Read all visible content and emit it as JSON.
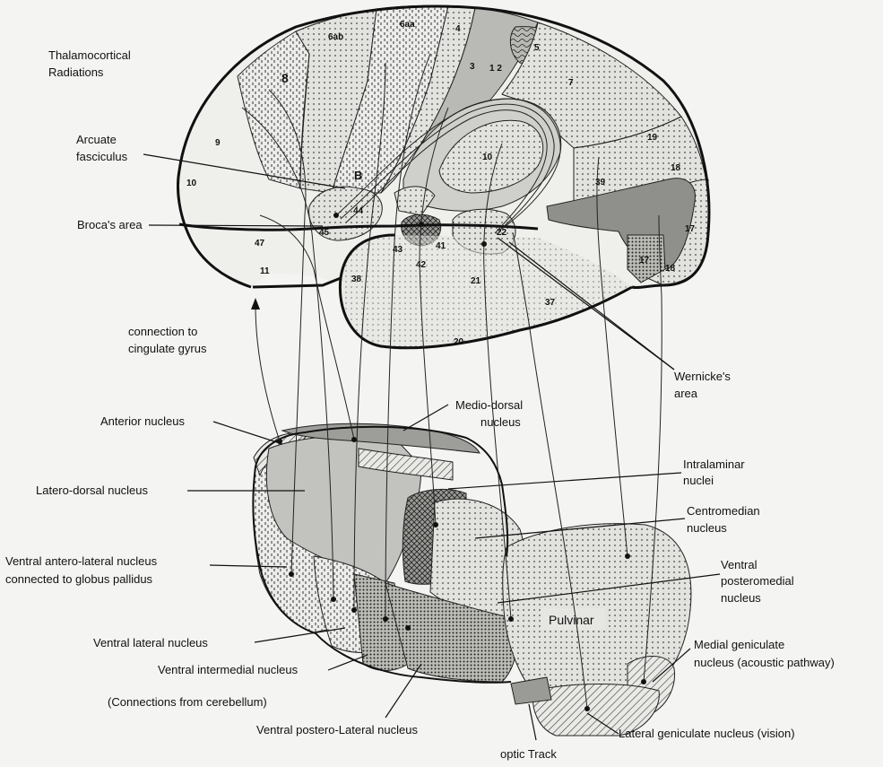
{
  "labels": {
    "thalamocortical": [
      "Thalamocortical",
      "Radiations"
    ],
    "arcuate": [
      "Arcuate",
      "fasciculus"
    ],
    "broca": "Broca's area",
    "cingulate": [
      "connection to",
      "cingulate gyrus"
    ],
    "wernicke": [
      "Wernicke's",
      "area"
    ],
    "anterior": "Anterior nucleus",
    "medio_dorsal": [
      "Medio-dorsal",
      "nucleus"
    ],
    "latero_dorsal": "Latero-dorsal nucleus",
    "intralaminar": [
      "Intralaminar",
      "nuclei"
    ],
    "centromedian": [
      "Centromedian",
      "nucleus"
    ],
    "ventral_antero_lateral": [
      "Ventral antero-lateral nucleus",
      "connected to globus pallidus"
    ],
    "ventral_posteromedial": [
      "Ventral",
      "posteromedial",
      "nucleus"
    ],
    "pulvinar": "Pulvinar",
    "ventral_lateral": "Ventral lateral nucleus",
    "ventral_intermedial": "Ventral intermedial nucleus",
    "cerebellum": "(Connections from cerebellum)",
    "medial_geniculate": [
      "Medial geniculate",
      "nucleus (acoustic pathway)"
    ],
    "ventral_postero_lateral": "Ventral postero-Lateral nucleus",
    "lateral_geniculate": "Lateral geniculate nucleus (vision)",
    "optic": "optic Track"
  },
  "areas": {
    "a6ab": "6ab",
    "a6aa": "6aa",
    "a4": "4",
    "a5": "5",
    "a8": "8",
    "a3": "3",
    "a12": "1 2",
    "a7": "7",
    "a9": "9",
    "a10": "10",
    "a19": "19",
    "a18": "18",
    "a17": "17",
    "a39": "39",
    "aB": "B",
    "a44": "44",
    "a45": "45",
    "a43": "43",
    "a41": "41",
    "a42": "42",
    "a22": "22",
    "a47": "47",
    "a11": "11",
    "a38": "38",
    "a21": "21",
    "a37": "37",
    "a20": "20",
    "a10f": "10",
    "a18b": "18",
    "a17b": "17"
  }
}
